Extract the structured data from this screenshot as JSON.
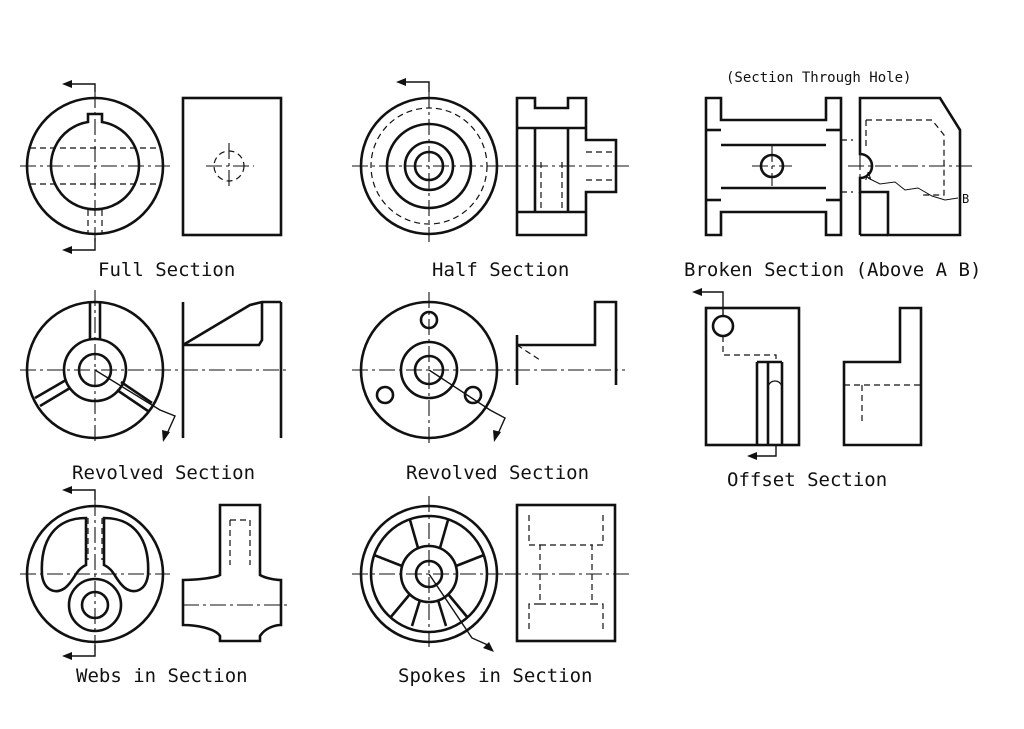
{
  "sheet": {
    "labels": {
      "full": "Full Section",
      "half": "Half Section",
      "broken": "Broken Section (Above A B)",
      "broken_note": "(Section Through Hole)",
      "broken_a": "A",
      "broken_b": "B",
      "revolved1": "Revolved Section",
      "revolved2": "Revolved Section",
      "offset": "Offset Section",
      "webs": "Webs in Section",
      "spokes": "Spokes in Section"
    },
    "colors": {
      "ink": "#111111",
      "paper": "#ffffff"
    }
  }
}
